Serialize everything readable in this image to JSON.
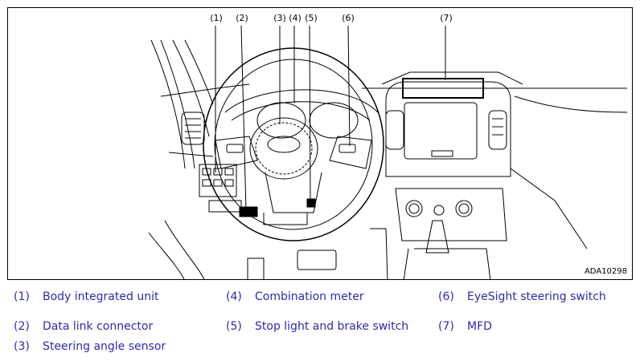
{
  "figure": {
    "id_label": "ADA10298",
    "callouts": [
      "(1)",
      "(2)",
      "(3)",
      "(4)",
      "(5)",
      "(6)",
      "(7)"
    ]
  },
  "legend": [
    {
      "num": "(1)",
      "label": "Body integrated unit"
    },
    {
      "num": "(2)",
      "label": "Data link connector"
    },
    {
      "num": "(3)",
      "label": "Steering angle sensor"
    },
    {
      "num": "(4)",
      "label": "Combination meter"
    },
    {
      "num": "(5)",
      "label": "Stop light and brake switch"
    },
    {
      "num": "(6)",
      "label": "EyeSight steering switch"
    },
    {
      "num": "(7)",
      "label": "MFD"
    }
  ],
  "colors": {
    "legend_text": "#2b2bb0",
    "line": "#000000"
  }
}
